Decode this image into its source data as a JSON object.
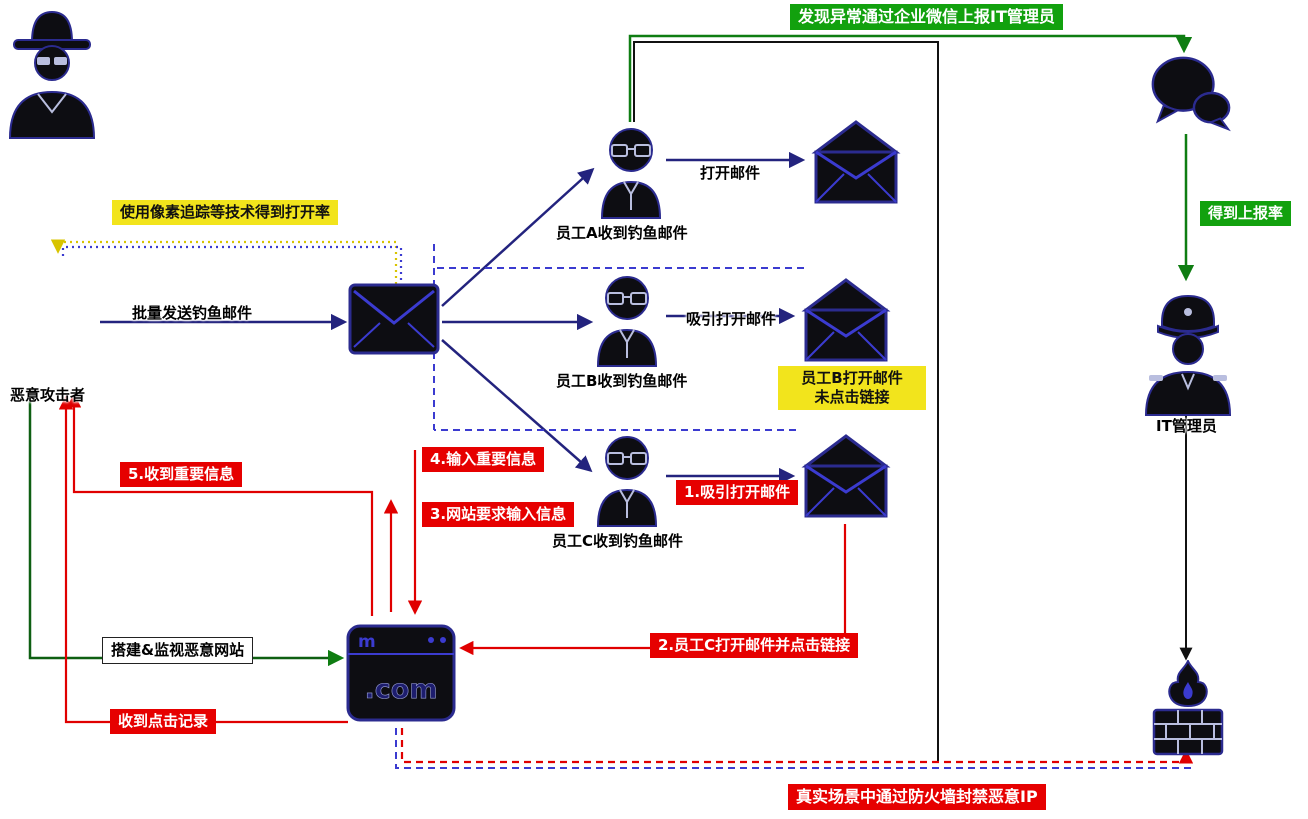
{
  "colors": {
    "accent_green": "#12a10e",
    "accent_yellow": "#f2e41c",
    "accent_red": "#e60000",
    "line_blue": "#23237e",
    "line_green": "#0f7d12",
    "icon_dark": "#0d0d12"
  },
  "icons": {
    "attacker": "spy-attacker-icon",
    "closed_mail": "envelope-icon",
    "open_mail": "open-envelope-icon",
    "employee": "employee-glasses-icon",
    "website": "browser-window-icon",
    "wechat": "chat-bubble-icon",
    "it_admin": "admin-police-cap-icon",
    "firewall": "firewall-flame-icon"
  },
  "nodes": {
    "attacker": {
      "label": "恶意攻击者"
    },
    "employee_a": {
      "label": "员工A收到钓鱼邮件"
    },
    "employee_b": {
      "label": "员工B收到钓鱼邮件"
    },
    "employee_c": {
      "label": "员工C收到钓鱼邮件"
    },
    "it_admin": {
      "label": "IT管理员"
    },
    "website": {
      "domain": ".com",
      "logo": "m"
    }
  },
  "flows": {
    "report_top": "发现异常通过企业微信上报IT管理员",
    "pixel_tracking": "使用像素追踪等技术得到打开率",
    "batch_send": "批量发送钓鱼邮件",
    "open_mail": "打开邮件",
    "attract_open": "吸引打开邮件",
    "emp_b_open_line1": "员工B打开邮件",
    "emp_b_open_line2": "未点击链接",
    "step1": "1.吸引打开邮件",
    "step2": "2.员工C打开邮件并点击链接",
    "step3": "3.网站要求输入信息",
    "step4": "4.输入重要信息",
    "step5": "5.收到重要信息",
    "build_site": "搭建&监视恶意网站",
    "click_record": "收到点击记录",
    "report_rate": "得到上报率",
    "firewall_note": "真实场景中通过防火墙封禁恶意IP"
  }
}
